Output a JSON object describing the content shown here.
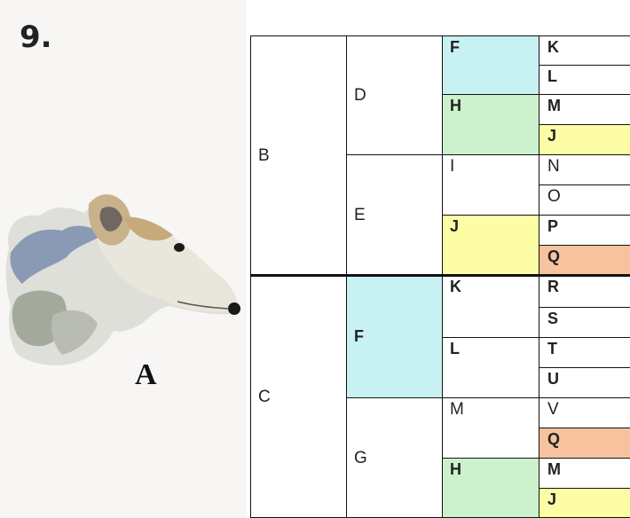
{
  "puzzle_number": "9.",
  "subject_label": "A",
  "colors": {
    "cyan": "#c8f1f4",
    "green": "#cdf1cd",
    "yellow": "#fdfda6",
    "orange": "#f7c39e"
  },
  "tree": {
    "level1": {
      "top": "B",
      "bottom": "C"
    },
    "level2": [
      "D",
      "E",
      "F",
      "G"
    ],
    "level3": [
      "F",
      "H",
      "I",
      "J",
      "K",
      "L",
      "M",
      "H"
    ],
    "level4": [
      "K",
      "L",
      "M",
      "J",
      "N",
      "O",
      "P",
      "Q",
      "R",
      "S",
      "T",
      "U",
      "V",
      "Q",
      "M",
      "J"
    ]
  }
}
